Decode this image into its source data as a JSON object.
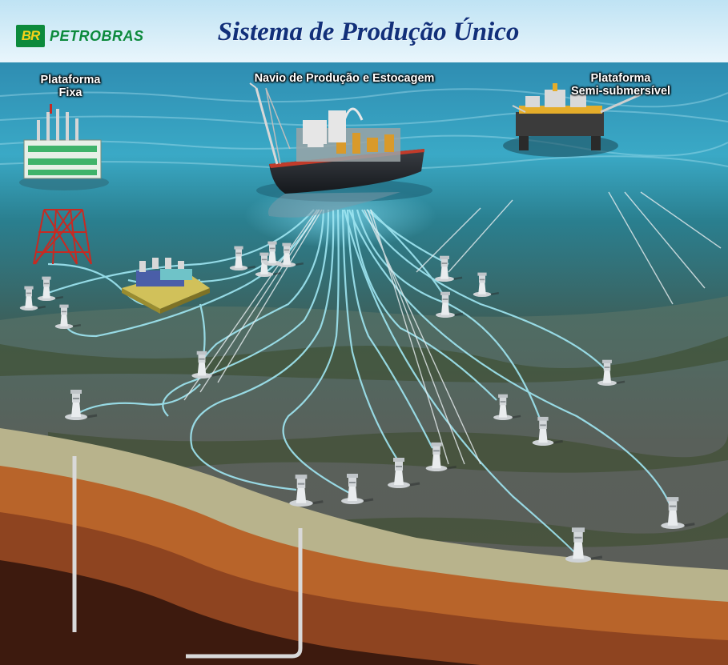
{
  "header": {
    "logo_badge": "BR",
    "logo_text": "PETROBRAS",
    "title": "Sistema de Produção Único"
  },
  "labels": {
    "fixed_platform": [
      "Plataforma",
      "Fixa"
    ],
    "fpso": "Navio de Produção e Estocagem",
    "semi_submersible": [
      "Plataforma",
      "Semi-submersível"
    ]
  },
  "colors": {
    "brand_green": "#0c8a3c",
    "brand_yellow": "#f4d21a",
    "title_blue": "#12307a",
    "flowline": "#9fe6f2",
    "seabed": "#5b5f58",
    "rock_tan": "#b8b38c",
    "rock_orange": "#b8642a",
    "rock_brown": "#7a3a1a"
  }
}
